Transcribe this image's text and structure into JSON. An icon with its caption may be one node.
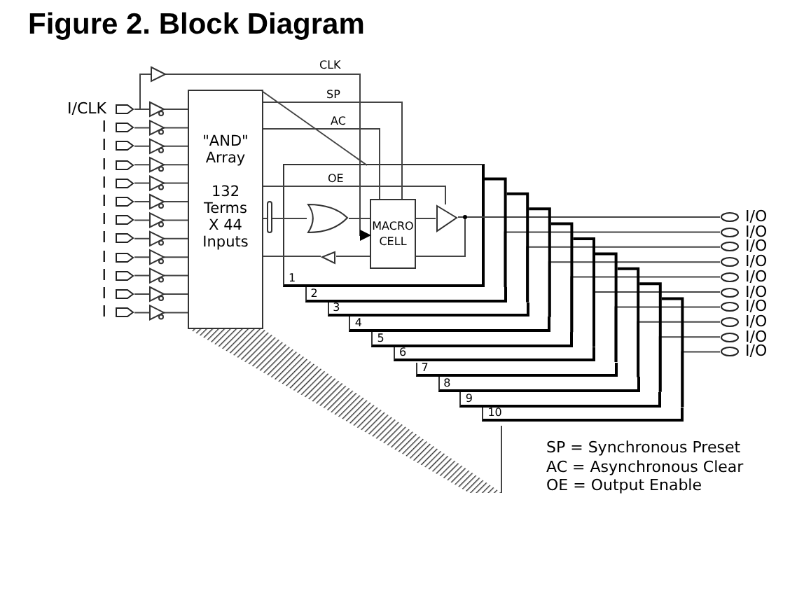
{
  "diagram": {
    "title": "Figure 2. Block Diagram",
    "nodes": [
      {
        "text": [
          "\"AND\" Array",
          "132 Terms X 44 Inputs"
        ]
      },
      {
        "text": [
          "I/CLK"
        ]
      },
      {
        "text": [
          "I"
        ]
      },
      {
        "text": [
          "I"
        ]
      },
      {
        "text": [
          "I"
        ]
      },
      {
        "text": [
          "I"
        ]
      },
      {
        "text": [
          "I"
        ]
      },
      {
        "text": [
          "I"
        ]
      },
      {
        "text": [
          "I"
        ]
      },
      {
        "text": [
          "I"
        ]
      },
      {
        "text": [
          "I"
        ]
      },
      {
        "text": [
          "I"
        ]
      },
      {
        "text": [
          "I"
        ]
      },
      {
        "text": [
          "1"
        ]
      },
      {
        "text": [],
        "shape": "gate",
        "in": 13
      },
      {
        "text": [
          "MACRO CELL"
        ],
        "in": 13
      },
      {
        "text": [],
        "shape": "triangle",
        "in": 13
      },
      {
        "text": [],
        "shape": "triangle",
        "in": 13
      },
      {
        "text": [
          "2"
        ]
      },
      {
        "text": [
          "3"
        ]
      },
      {
        "text": [
          "4"
        ]
      },
      {
        "text": [
          "5"
        ]
      },
      {
        "text": [
          "6"
        ]
      },
      {
        "text": [
          "7"
        ]
      },
      {
        "text": [
          "8"
        ]
      },
      {
        "text": [
          "9"
        ]
      },
      {
        "text": [
          "10"
        ]
      },
      {
        "text": [
          "I/O"
        ]
      },
      {
        "text": [
          "I/O"
        ]
      },
      {
        "text": [
          "I/O"
        ]
      },
      {
        "text": [
          "I/O"
        ]
      },
      {
        "text": [
          "I/O"
        ]
      },
      {
        "text": [
          "I/O"
        ]
      },
      {
        "text": [
          "I/O"
        ]
      },
      {
        "text": [
          "I/O"
        ]
      },
      {
        "text": [
          "I/O"
        ]
      },
      {
        "text": [
          "I/O"
        ]
      }
    ],
    "edges": [
      {
        "from": 1,
        "to": 0,
        "arrow": "none"
      },
      {
        "from": 2,
        "to": 0,
        "arrow": "none"
      },
      {
        "from": 3,
        "to": 0,
        "arrow": "none"
      },
      {
        "from": 4,
        "to": 0,
        "arrow": "none"
      },
      {
        "from": 5,
        "to": 0,
        "arrow": "none"
      },
      {
        "from": 6,
        "to": 0,
        "arrow": "none"
      },
      {
        "from": 7,
        "to": 0,
        "arrow": "none"
      },
      {
        "from": 8,
        "to": 0,
        "arrow": "none"
      },
      {
        "from": 9,
        "to": 0,
        "arrow": "none"
      },
      {
        "from": 10,
        "to": 0,
        "arrow": "none"
      },
      {
        "from": 11,
        "to": 0,
        "arrow": "none"
      },
      {
        "from": 12,
        "to": 0,
        "arrow": "none"
      },
      {
        "from": 1,
        "to": 15,
        "arrow": "to",
        "label": "CLK"
      },
      {
        "from": 0,
        "to": 15,
        "arrow": "none",
        "label": "SP"
      },
      {
        "from": 0,
        "to": 15,
        "arrow": "none",
        "label": "AC"
      },
      {
        "from": 0,
        "to": 16,
        "arrow": "none",
        "label": "OE"
      },
      {
        "from": 0,
        "to": 14,
        "arrow": "none"
      },
      {
        "from": 14,
        "to": 15,
        "arrow": "none"
      },
      {
        "from": 15,
        "to": 16,
        "arrow": "none"
      },
      {
        "from": 16,
        "to": 27,
        "arrow": "none"
      },
      {
        "from": 16,
        "to": 15,
        "arrow": "none"
      },
      {
        "from": 15,
        "to": 17,
        "arrow": "none"
      },
      {
        "from": 17,
        "to": 0,
        "arrow": "none"
      },
      {
        "from": 18,
        "to": 28,
        "arrow": "none"
      },
      {
        "from": 19,
        "to": 29,
        "arrow": "none"
      },
      {
        "from": 20,
        "to": 30,
        "arrow": "none"
      },
      {
        "from": 21,
        "to": 31,
        "arrow": "none"
      },
      {
        "from": 22,
        "to": 32,
        "arrow": "none"
      },
      {
        "from": 23,
        "to": 33,
        "arrow": "none"
      },
      {
        "from": 24,
        "to": 34,
        "arrow": "none"
      },
      {
        "from": 25,
        "to": 35,
        "arrow": "none"
      },
      {
        "from": 26,
        "to": 36,
        "arrow": "none"
      }
    ],
    "labels": [
      "SP = Synchronous Preset",
      "AC = Asynchronous Clear",
      "OE = Output Enable"
    ]
  }
}
